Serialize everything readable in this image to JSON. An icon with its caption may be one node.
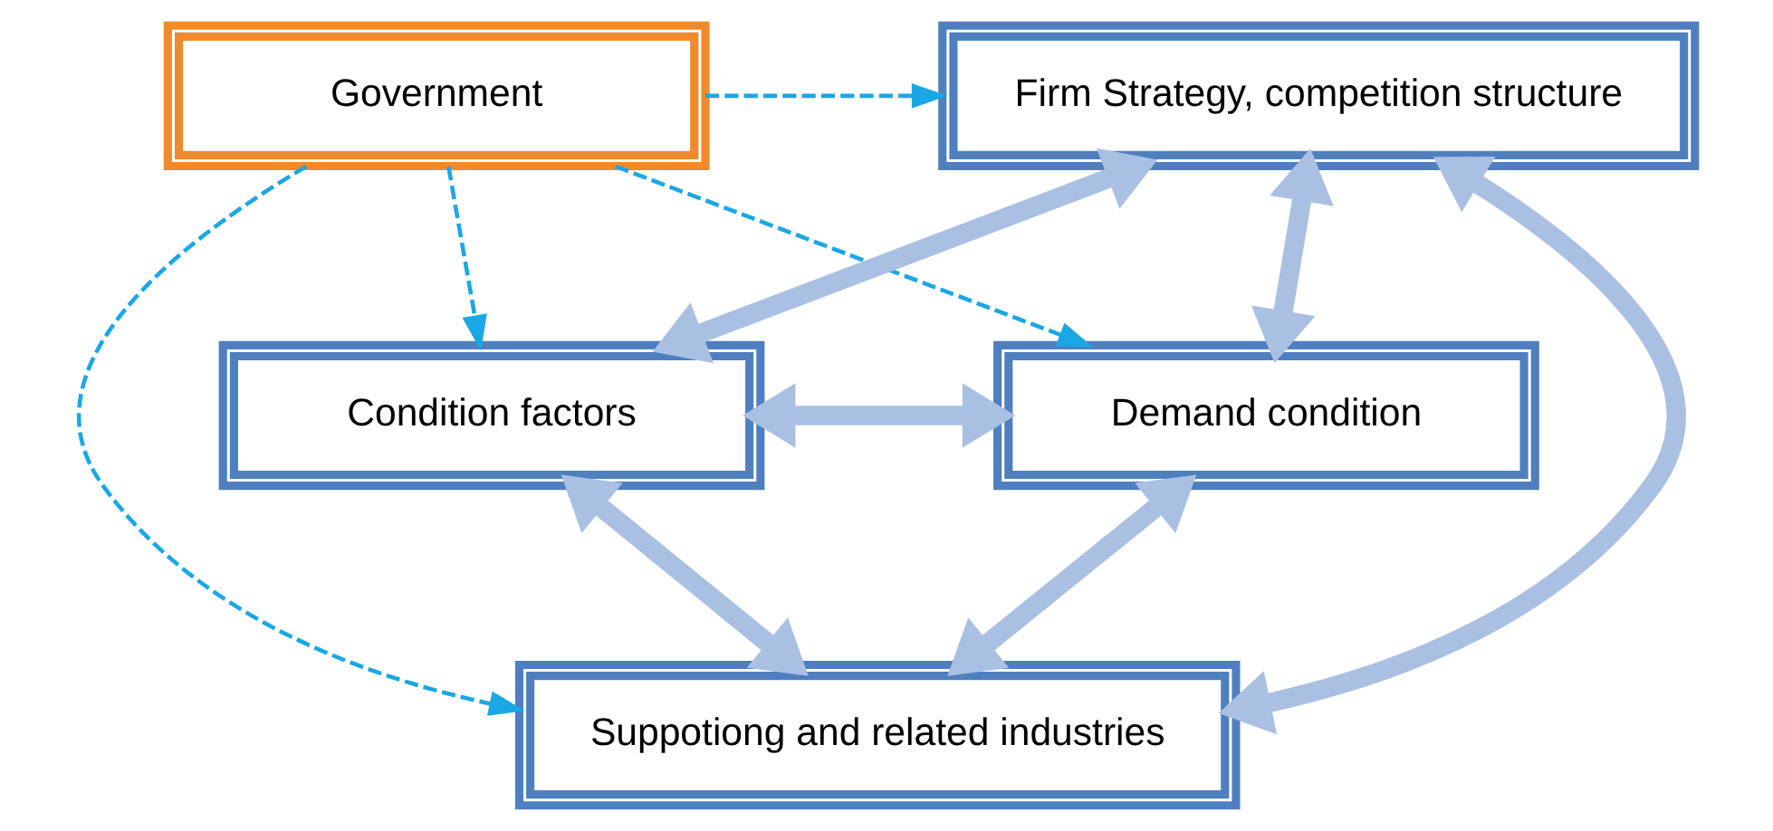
{
  "diagram": {
    "nodes": [
      {
        "text": [
          "Government"
        ]
      },
      {
        "text": [
          "Firm Strategy, competition structure"
        ]
      },
      {
        "text": [
          "Condition factors"
        ]
      },
      {
        "text": [
          "Demand condition"
        ]
      },
      {
        "text": [
          "Suppotiong and related industries"
        ]
      }
    ],
    "edges": [
      {
        "from": 0,
        "to": 1,
        "arrow": "to",
        "style": "dashed",
        "color": "#1aa7e6"
      },
      {
        "from": 0,
        "to": 2,
        "arrow": "to",
        "style": "dashed",
        "color": "#1aa7e6"
      },
      {
        "from": 0,
        "to": 4,
        "arrow": "to",
        "style": "dashed",
        "color": "#1aa7e6"
      },
      {
        "from": 0,
        "to": 3,
        "arrow": "to",
        "style": "dashed",
        "color": "#1aa7e6"
      },
      {
        "from": 1,
        "to": 2,
        "arrow": "both"
      },
      {
        "from": 1,
        "to": 3,
        "arrow": "both"
      },
      {
        "from": 1,
        "to": 4,
        "arrow": "both"
      },
      {
        "from": 2,
        "to": 3,
        "arrow": "both"
      },
      {
        "from": 2,
        "to": 4,
        "arrow": "both"
      },
      {
        "from": 3,
        "to": 4,
        "arrow": "both"
      }
    ]
  }
}
